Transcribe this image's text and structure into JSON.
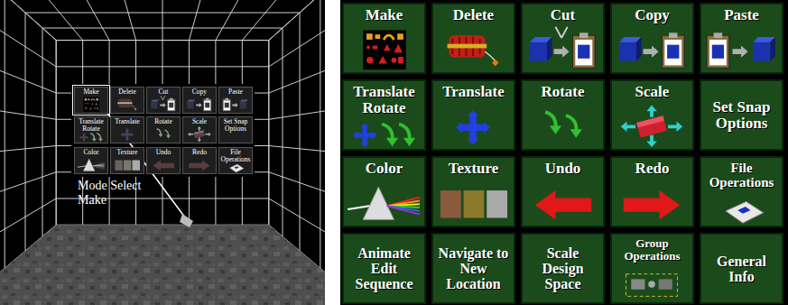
{
  "diagram": {
    "nodes": [
      {
        "text": [
          "Make"
        ]
      },
      {
        "text": [
          "Delete"
        ]
      },
      {
        "text": [
          "Cut"
        ]
      },
      {
        "text": [
          "Copy"
        ]
      },
      {
        "text": [
          "Paste"
        ]
      },
      {
        "text": [
          "Translate Rotate"
        ]
      },
      {
        "text": [
          "Translate"
        ]
      },
      {
        "text": [
          "Rotate"
        ]
      },
      {
        "text": [
          "Scale"
        ]
      },
      {
        "text": [
          "Set Snap Options"
        ]
      },
      {
        "text": [
          "Color"
        ]
      },
      {
        "text": [
          "Texture"
        ]
      },
      {
        "text": [
          "Undo"
        ]
      },
      {
        "text": [
          "Redo"
        ]
      },
      {
        "text": [
          "File Operations"
        ]
      },
      {
        "text": [
          "Make"
        ]
      },
      {
        "text": [
          "Delete"
        ]
      },
      {
        "text": [
          "Cut"
        ]
      },
      {
        "text": [
          "Copy"
        ]
      },
      {
        "text": [
          "Paste"
        ]
      },
      {
        "text": [
          "Translate Rotate"
        ]
      },
      {
        "text": [
          "Translate"
        ]
      },
      {
        "text": [
          "Rotate"
        ]
      },
      {
        "text": [
          "Scale"
        ]
      },
      {
        "text": [
          "Set Snap Options"
        ]
      },
      {
        "text": [
          "Color"
        ]
      },
      {
        "text": [
          "Texture"
        ]
      },
      {
        "text": [
          "Undo"
        ]
      },
      {
        "text": [
          "Redo"
        ]
      },
      {
        "text": [
          "File Operations"
        ]
      },
      {
        "text": [
          "Animate Edit Sequence"
        ]
      },
      {
        "text": [
          "Navigate to New Location"
        ]
      },
      {
        "text": [
          "Scale Design Space"
        ]
      },
      {
        "text": [
          "Group Operations"
        ]
      },
      {
        "text": [
          "General Info"
        ]
      }
    ],
    "labels": [
      "Mode Select",
      "Make"
    ]
  }
}
